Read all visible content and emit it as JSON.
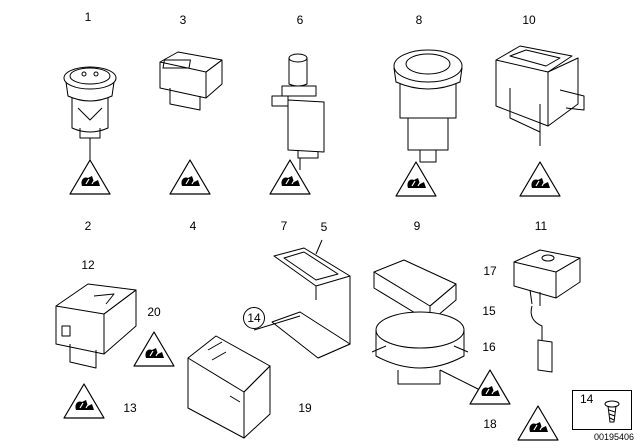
{
  "labels": {
    "p1": "1",
    "p2": "2",
    "p3": "3",
    "p4": "4",
    "p5": "5",
    "p6": "6",
    "p7": "7",
    "p8": "8",
    "p9": "9",
    "p10": "10",
    "p11": "11",
    "p12": "12",
    "p13": "13",
    "p14": "14",
    "p15": "15",
    "p16": "16",
    "p17": "17",
    "p18": "18",
    "p19": "19",
    "p20": "20"
  },
  "legend": {
    "number": "14"
  },
  "doc_number": "00195406"
}
